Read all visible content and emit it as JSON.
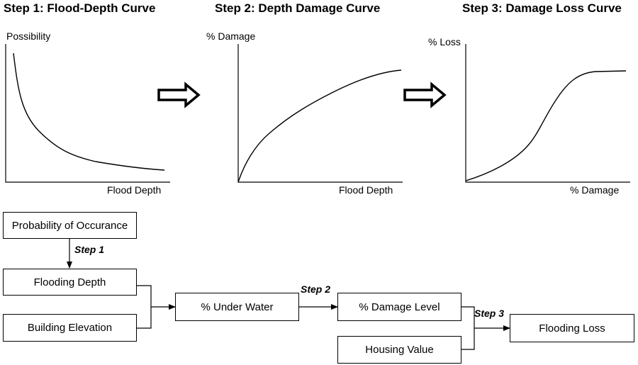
{
  "panels": [
    {
      "title": "Step 1: Flood-Depth Curve",
      "ylabel": "Possibility",
      "xlabel": "Flood Depth"
    },
    {
      "title": "Step 2: Depth Damage Curve",
      "ylabel": "% Damage",
      "xlabel": "Flood Depth"
    },
    {
      "title": "Step 3: Damage Loss Curve",
      "ylabel": "% Loss",
      "xlabel": "% Damage"
    }
  ],
  "flow": {
    "probability": "Probability of Occurance",
    "flooding_depth": "Flooding Depth",
    "building_elevation": "Building Elevation",
    "under_water": "% Under Water",
    "damage_level": "% Damage Level",
    "housing_value": "Housing Value",
    "flooding_loss": "Flooding Loss",
    "step1": "Step 1",
    "step2": "Step 2",
    "step3": "Step 3"
  },
  "chart_data": [
    {
      "type": "line",
      "title": "Step 1: Flood-Depth Curve",
      "xlabel": "Flood Depth",
      "ylabel": "Possibility",
      "shape": "decreasing, convex"
    },
    {
      "type": "line",
      "title": "Step 2: Depth Damage Curve",
      "xlabel": "Flood Depth",
      "ylabel": "% Damage",
      "shape": "increasing, concave"
    },
    {
      "type": "line",
      "title": "Step 3: Damage Loss Curve",
      "xlabel": "% Damage",
      "ylabel": "% Loss",
      "shape": "increasing, S-shaped"
    }
  ]
}
